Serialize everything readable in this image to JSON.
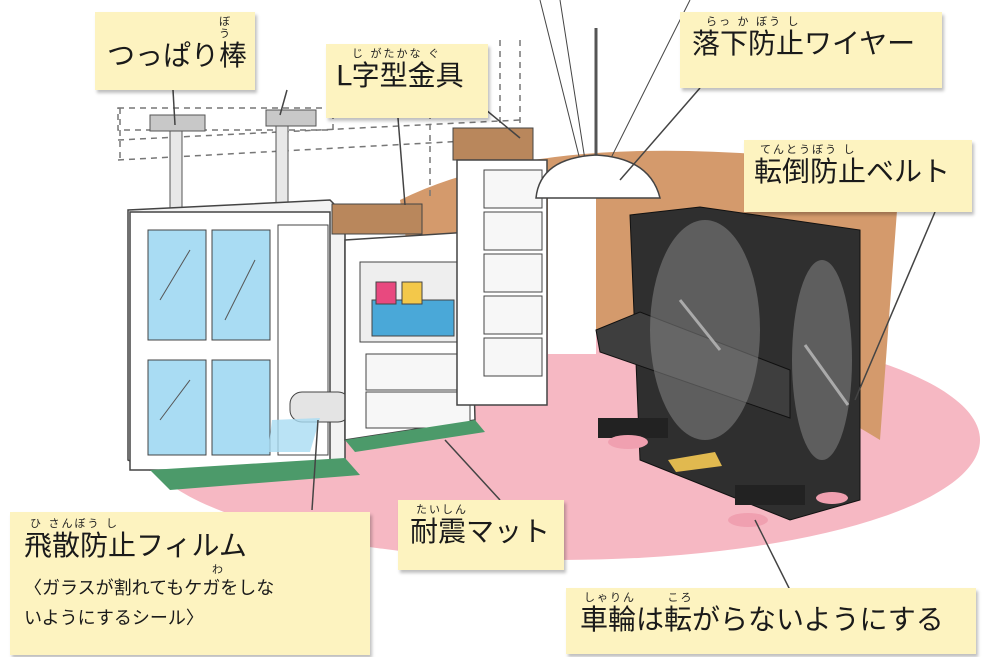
{
  "labels": {
    "tension_rod": {
      "ruby": "ぼう",
      "text": "つっぱり棒"
    },
    "l_bracket": {
      "ruby": "じ がたかな ぐ",
      "text": "L字型金具"
    },
    "fall_wire": {
      "ruby": "らっ か ぼう し",
      "text": "落下防止ワイヤー"
    },
    "tip_belt": {
      "ruby": "てんとうぼう し",
      "text": "転倒防止ベルト"
    },
    "quake_mat": {
      "ruby": "たいしん",
      "text": "耐震マット"
    },
    "film": {
      "ruby": "ひ さんぼう し",
      "text": "飛散防止フィルム",
      "note_ruby": "わ",
      "note_line1": "〈ガラスが割れてもケガをしな",
      "note_line2": "いようにするシール〉"
    },
    "caster": {
      "ruby": "しゃりん　　 ころ",
      "text": "車輪は転がらないようにする"
    }
  },
  "colors": {
    "callout_bg": "#fdf3c0",
    "floor_pink": "#f6b8c3",
    "wall_brown": "#d49a6c",
    "glass_blue": "#a9dcf3",
    "piano_black": "#2f2f2f",
    "box_blue": "#4aa8d8",
    "mat_green": "#4c9a6a",
    "bracket_wood": "#b9875c"
  }
}
